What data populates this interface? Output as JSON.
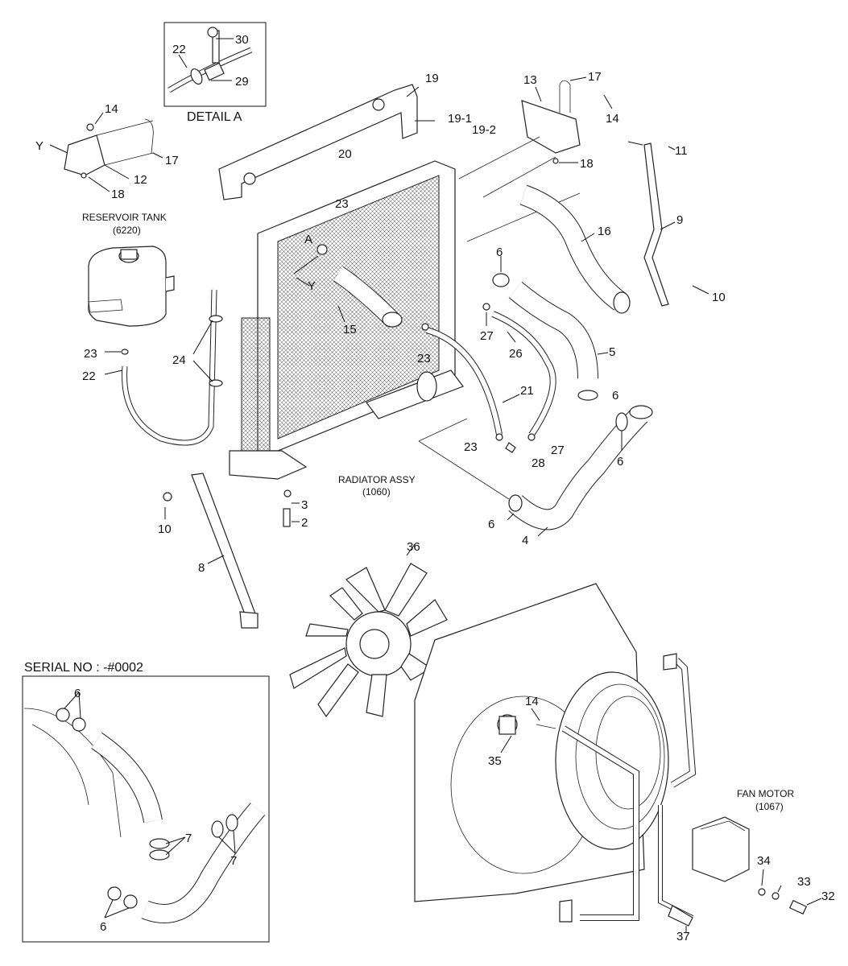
{
  "detail_a": {
    "caption": "DETAIL A",
    "labels": [
      "22",
      "30",
      "29"
    ]
  },
  "reservoir": {
    "title": "RESERVOIR TANK",
    "code": "(6220)"
  },
  "radiator": {
    "title": "RADIATOR ASSY",
    "code": "(1060)"
  },
  "fan_motor": {
    "title": "FAN MOTOR",
    "code": "(1067)"
  },
  "serial": {
    "title": "SERIAL NO : -#0002"
  },
  "view_markers": {
    "y1": "Y",
    "y2": "Y",
    "a": "A"
  },
  "callouts": [
    "14",
    "17",
    "Y",
    "12",
    "18",
    "13",
    "17",
    "14",
    "19",
    "19-1",
    "19-2",
    "20",
    "23",
    "11",
    "18",
    "16",
    "9",
    "10",
    "6",
    "15",
    "27",
    "26",
    "5",
    "23",
    "24",
    "23",
    "22",
    "21",
    "6",
    "23",
    "27",
    "28",
    "6",
    "RADIATOR",
    "3",
    "2",
    "10",
    "6",
    "4",
    "8",
    "36",
    "14",
    "35",
    "6",
    "7",
    "7",
    "6",
    "34",
    "33",
    "32",
    "37"
  ]
}
